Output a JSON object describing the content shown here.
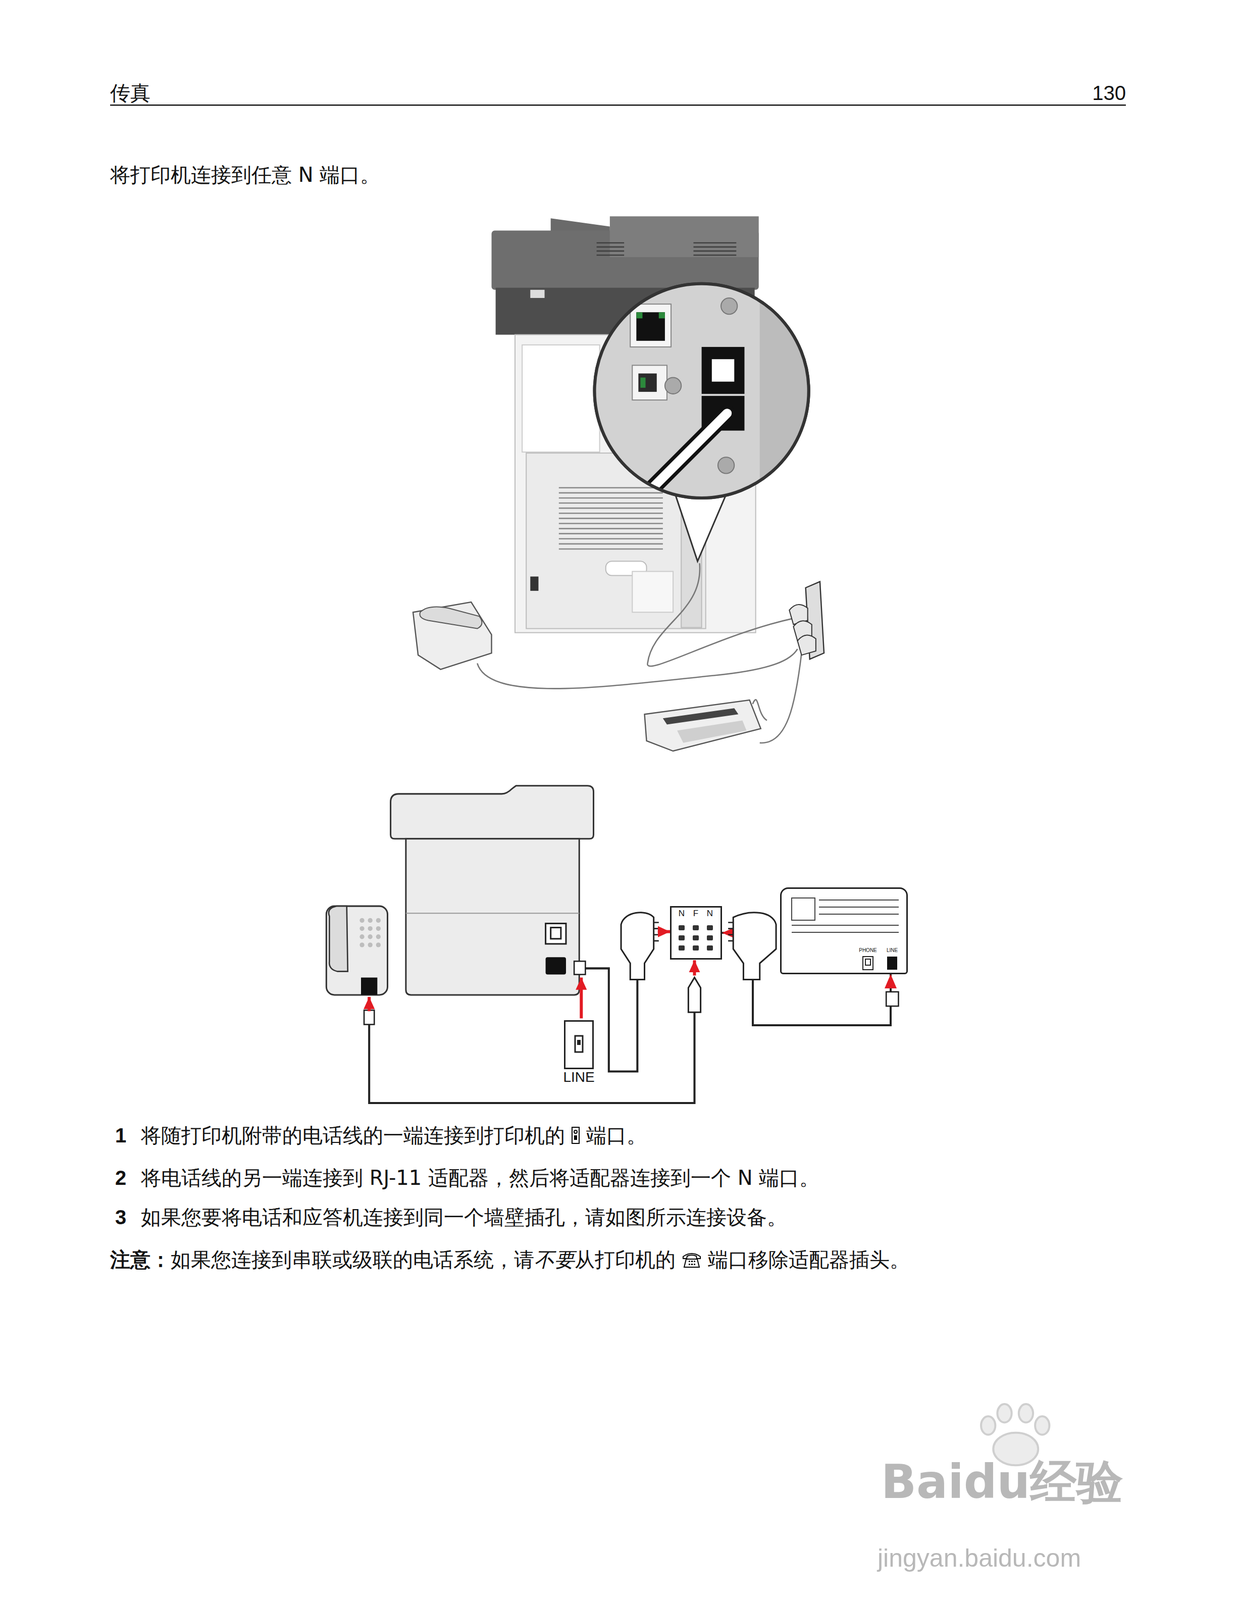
{
  "diagram": {
    "nodes": [
      {
        "text": [
          "LINE"
        ]
      },
      {
        "text": [
          "N",
          "F",
          "N"
        ]
      },
      {
        "text": [
          "PHONE",
          "LINE"
        ]
      }
    ],
    "edges": [
      {
        "from": 2,
        "to": 1,
        "arrow": "both"
      }
    ],
    "labels": [
      "传真",
      "130",
      "将打印机连接到任意 N 端口。",
      "1",
      "将随打印机附带的电话线的一端连接到打印机的",
      "端口。",
      "2",
      "将电话线的另一端连接到 RJ-11 适配器，然后将适配器连接到一个 N 端口。",
      "3",
      "如果您要将电话和应答机连接到同一个墙壁插孔，请如图所示连接设备。",
      "注意：",
      "如果您连接到串联或级联的电话系统，请",
      "不要",
      "从打印机的",
      "端口移除适配器插头。",
      "Baidu经验",
      "jingyan.baidu.com"
    ]
  }
}
